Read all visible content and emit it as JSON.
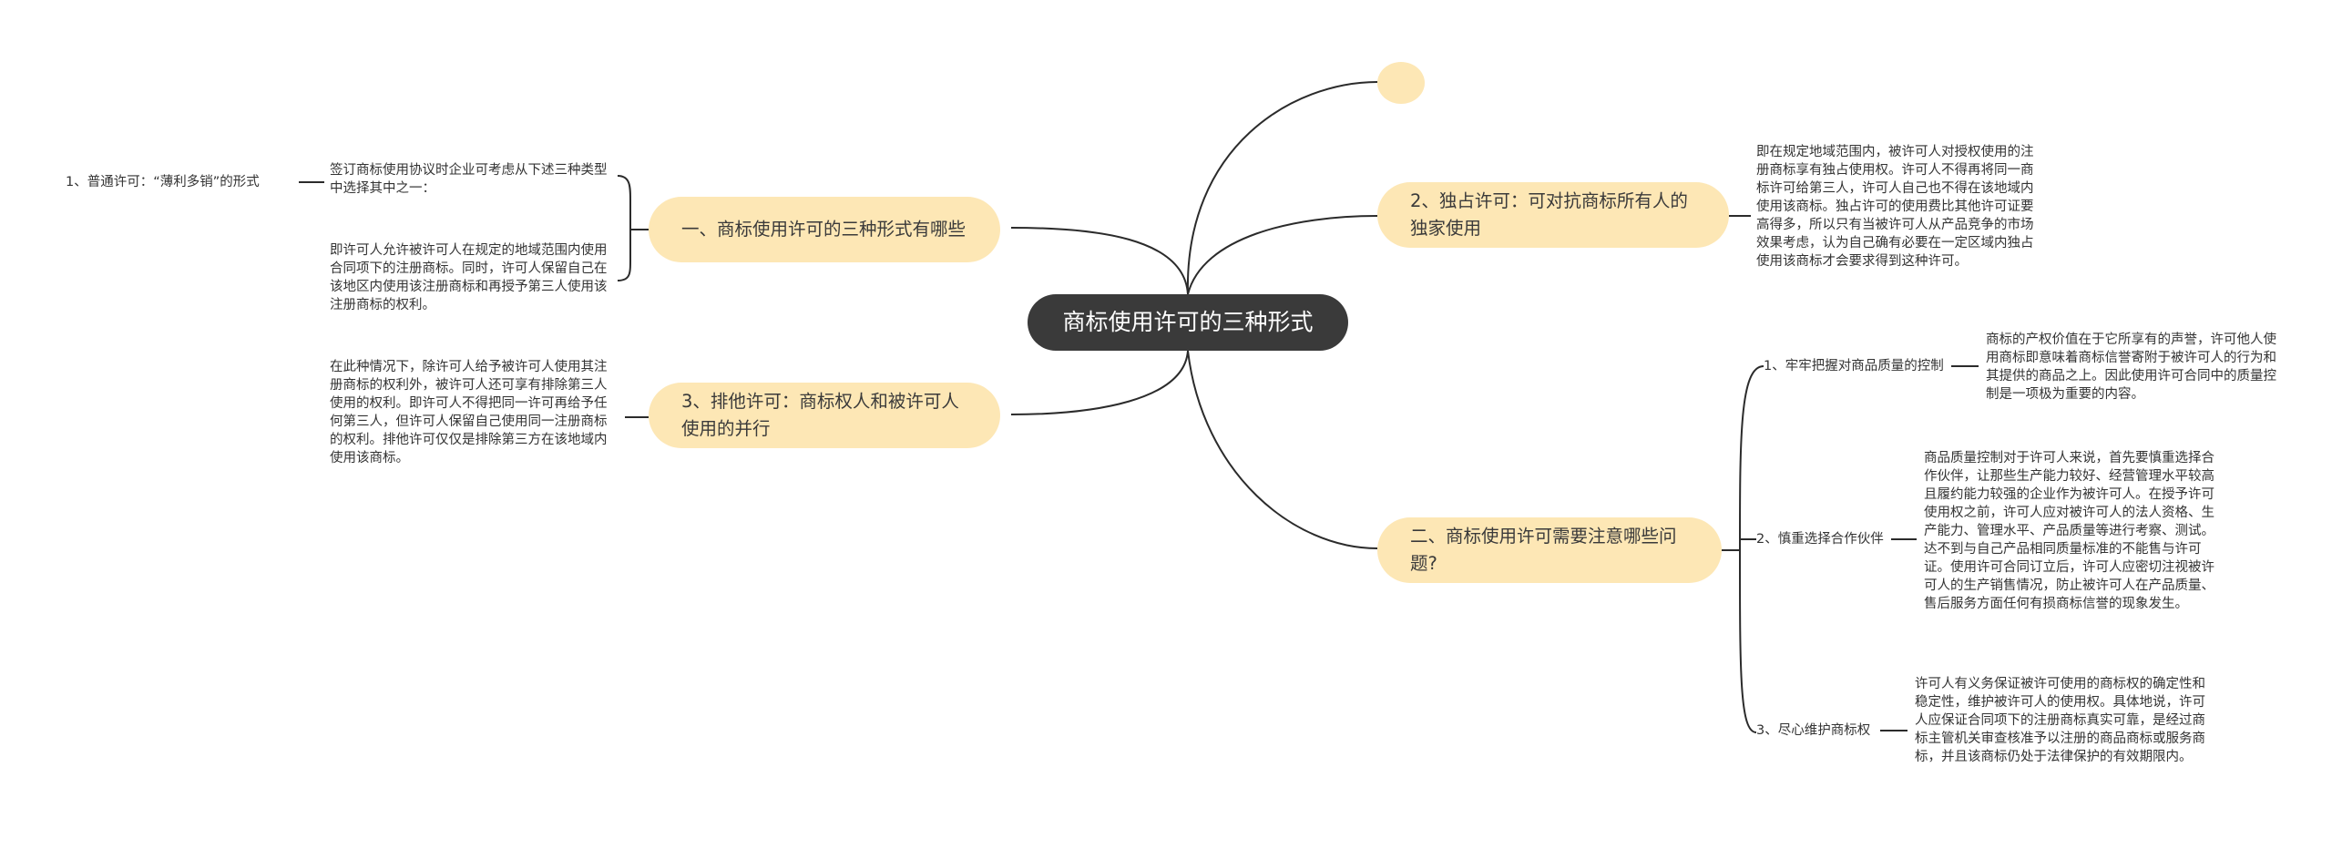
{
  "root": {
    "title": "商标使用许可的三种形式"
  },
  "left": {
    "topic1": {
      "title": "一、商标使用许可的三种形式有哪些",
      "intro": "签订商标使用协议时企业可考虑从下述三种类型中选择其中之一：",
      "sub_label": "1、普通许可：“薄利多销”的形式",
      "sub_detail": "即许可人允许被许可人在规定的地域范围内使用合同项下的注册商标。同时，许可人保留自己在该地区内使用该注册商标和再授予第三人使用该注册商标的权利。"
    },
    "topic3": {
      "title": "3、排他许可：商标权人和被许可人使用的并行",
      "detail": "在此种情况下，除许可人给予被许可人使用其注册商标的权利外，被许可人还可享有排除第三人使用的权利。即许可人不得把同一许可再给予任何第三人，但许可人保留自己使用同一注册商标的权利。排他许可仅仅是排除第三方在该地域内使用该商标。"
    }
  },
  "right": {
    "topic2": {
      "title": "2、独占许可：可对抗商标所有人的独家使用",
      "detail": "即在规定地域范围内，被许可人对授权使用的注册商标享有独占使用权。许可人不得再将同一商标许可给第三人，许可人自己也不得在该地域内使用该商标。独占许可的使用费比其他许可证要高得多，所以只有当被许可人从产品竞争的市场效果考虑，认为自己确有必要在一定区域内独占使用该商标才会要求得到这种许可。"
    },
    "topic4": {
      "title": "二、商标使用许可需要注意哪些问题?",
      "items": [
        {
          "label": "1、牢牢把握对商品质量的控制",
          "detail": "商标的产权价值在于它所享有的声誉，许可他人使用商标即意味着商标信誉寄附于被许可人的行为和其提供的商品之上。因此使用许可合同中的质量控制是一项极为重要的内容。"
        },
        {
          "label": "2、慎重选择合作伙伴",
          "detail": "商品质量控制对于许可人来说，首先要慎重选择合作伙伴，让那些生产能力较好、经营管理水平较高且履约能力较强的企业作为被许可人。在授予许可使用权之前，许可人应对被许可人的法人资格、生产能力、管理水平、产品质量等进行考察、测试。达不到与自己产品相同质量标准的不能售与许可证。使用许可合同订立后，许可人应密切注视被许可人的生产销售情况，防止被许可人在产品质量、售后服务方面任何有损商标信誉的现象发生。"
        },
        {
          "label": "3、尽心维护商标权",
          "detail": "许可人有义务保证被许可使用的商标权的确定性和稳定性，维护被许可人的使用权。具体地说，许可人应保证合同项下的注册商标真实可靠，是经过商标主管机关审查核准予以注册的商品商标或服务商标，并且该商标仍处于法律保护的有效期限内。"
        }
      ]
    }
  },
  "colors": {
    "root_bg": "#3a3a3a",
    "topic_bg": "#fde7b5",
    "line": "#2b2b2b"
  }
}
